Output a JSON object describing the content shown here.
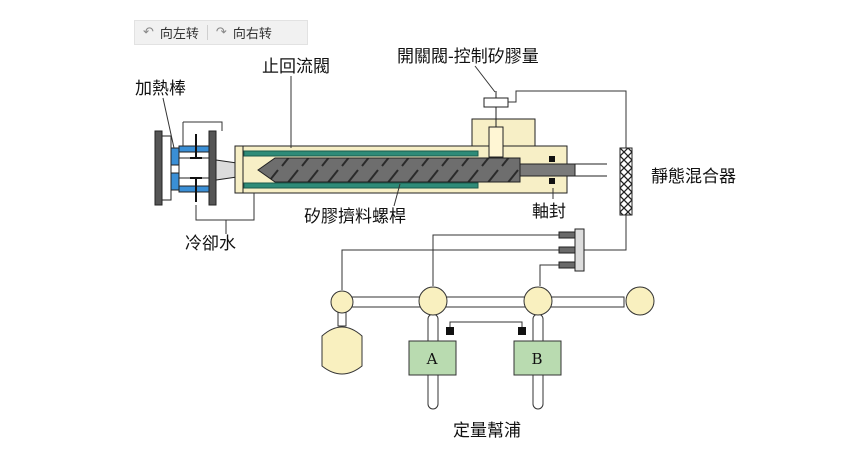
{
  "toolbar": {
    "rotate_left": {
      "label": "向左转",
      "icon": "rotate-left-icon"
    },
    "rotate_right": {
      "label": "向右转",
      "icon": "rotate-right-icon"
    }
  },
  "labels": {
    "heating_rod": "加熱棒",
    "check_valve": "止回流閥",
    "on_off_valve": "開關閥-控制矽膠量",
    "static_mixer": "靜態混合器",
    "screw": "矽膠擠料螺桿",
    "shaft_seal": "軸封",
    "cooling_water": "冷卻水",
    "metering_pump": "定量幫浦",
    "tank_a": "A",
    "tank_b": "B"
  },
  "colors": {
    "barrel_fill": "#f7efc6",
    "green_band": "#2e8b78",
    "screw_gray": "#6e6e6e",
    "sphere_fill": "#f9f0bf",
    "tank_fill": "#b9dbb0",
    "mold_blue": "#3a8fd6"
  }
}
